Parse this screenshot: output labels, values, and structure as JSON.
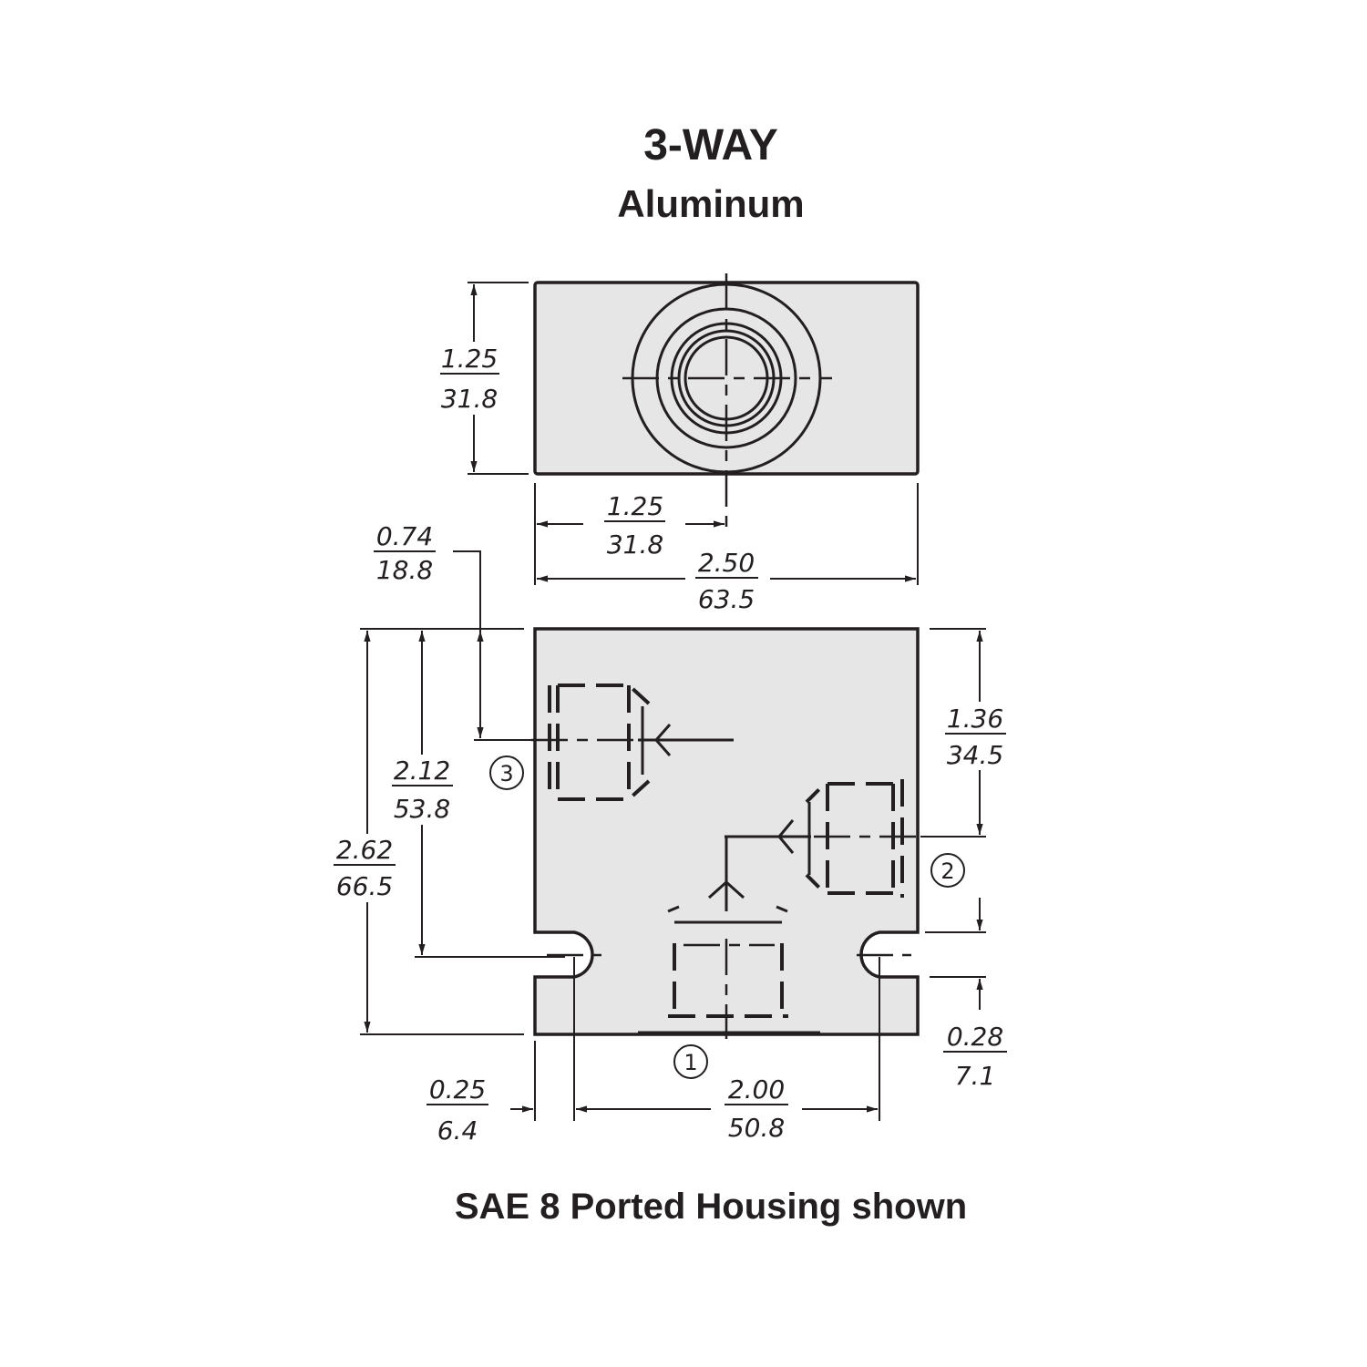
{
  "title": "3-WAY",
  "subtitle": "Aluminum",
  "caption": "SAE 8 Ported Housing shown",
  "dimensions": {
    "top_height": {
      "in": "1.25",
      "mm": "31.8"
    },
    "top_center": {
      "in": "1.25",
      "mm": "31.8"
    },
    "width": {
      "in": "2.50",
      "mm": "63.5"
    },
    "port3_offset": {
      "in": "0.74",
      "mm": "18.8"
    },
    "mount_height": {
      "in": "2.12",
      "mm": "53.8"
    },
    "total_height": {
      "in": "2.62",
      "mm": "66.5"
    },
    "port2_offset": {
      "in": "1.36",
      "mm": "34.5"
    },
    "slot_width": {
      "in": "0.28",
      "mm": "7.1"
    },
    "slot_inset": {
      "in": "0.25",
      "mm": "6.4"
    },
    "mount_spacing": {
      "in": "2.00",
      "mm": "50.8"
    }
  },
  "ports": [
    "1",
    "2",
    "3"
  ]
}
